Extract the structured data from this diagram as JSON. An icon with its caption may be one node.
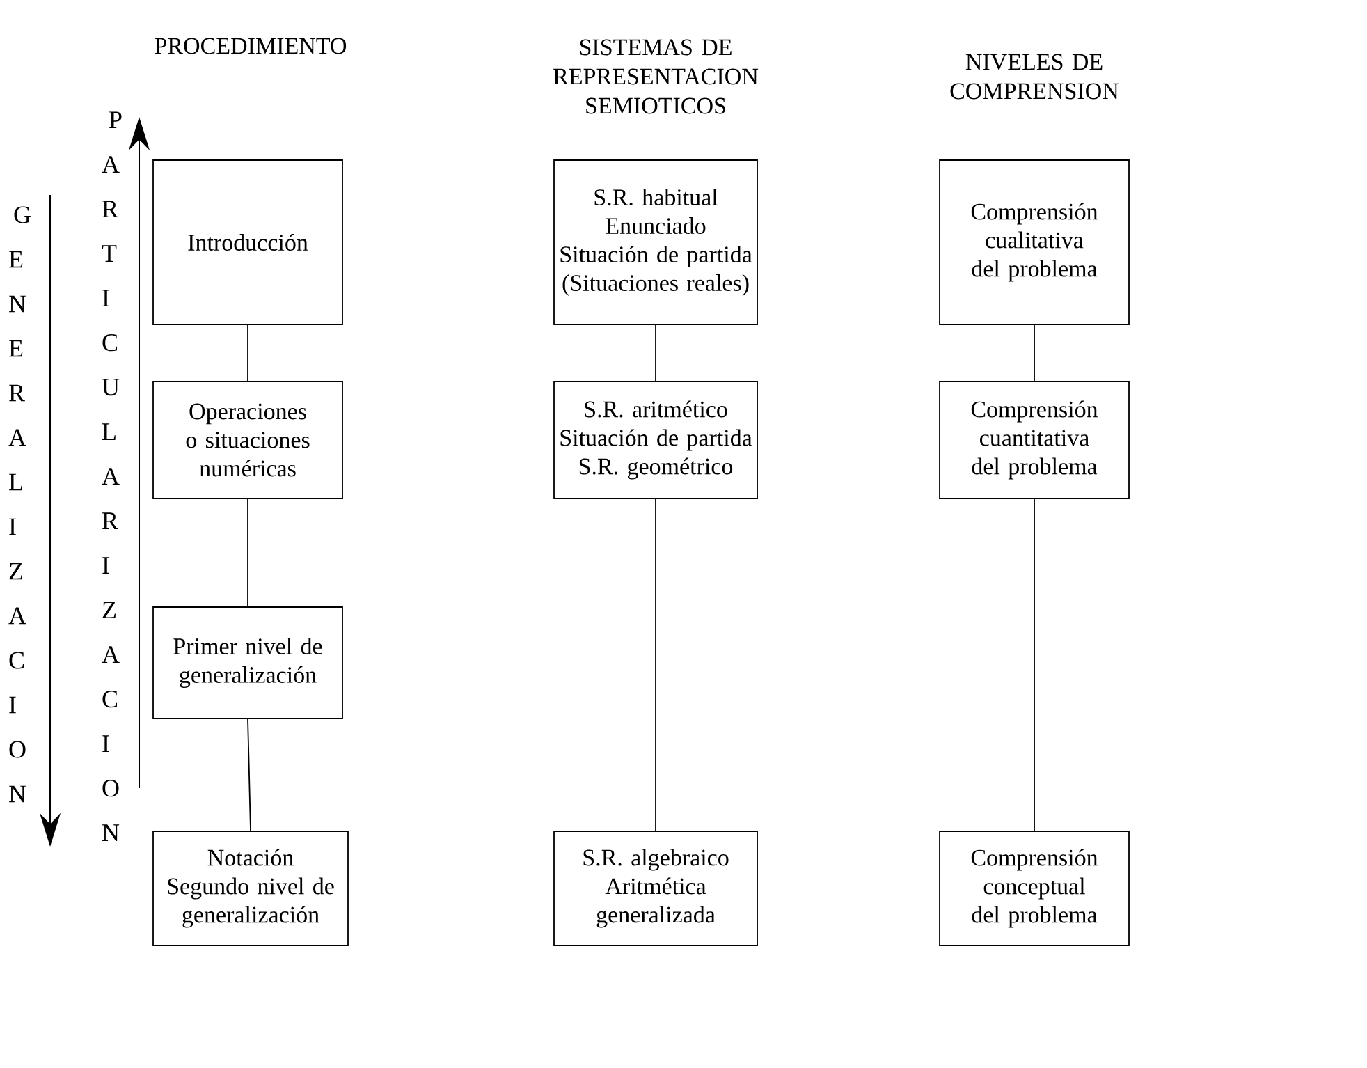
{
  "diagram": {
    "nodes": [
      {
        "text": [
          "Introducción"
        ]
      },
      {
        "text": [
          "Operaciones o situaciones numéricas"
        ]
      },
      {
        "text": [
          "Primer nivel de generalización"
        ]
      },
      {
        "text": [
          "Notación Segundo nivel de generalización"
        ]
      },
      {
        "text": [
          "S.R. habitual Enunciado Situación de partida (Situaciones reales)"
        ]
      },
      {
        "text": [
          "S.R. aritmético Situación de partida S.R. geométrico"
        ]
      },
      {
        "text": [
          "S.R. algebraico Aritmética generalizada"
        ]
      },
      {
        "text": [
          "Comprensión cualitativa del problema"
        ]
      },
      {
        "text": [
          "Comprensión cuantitativa del problema"
        ]
      },
      {
        "text": [
          "Comprensión conceptual del problema"
        ]
      }
    ],
    "edges": [
      {
        "from": 0,
        "to": 1,
        "arrow": "none"
      },
      {
        "from": 1,
        "to": 2,
        "arrow": "none"
      },
      {
        "from": 2,
        "to": 3,
        "arrow": "none"
      },
      {
        "from": 4,
        "to": 5,
        "arrow": "none"
      },
      {
        "from": 5,
        "to": 6,
        "arrow": "none"
      },
      {
        "from": 7,
        "to": 8,
        "arrow": "none"
      },
      {
        "from": 8,
        "to": 9,
        "arrow": "none"
      }
    ],
    "labels": [
      "PROCEDIMIENTO",
      "SISTEMAS DE REPRESENTACION SEMIOTICOS",
      "NIVELES DE COMPRENSION",
      "GENERALIZACION",
      "PARTICULARIZACION"
    ]
  }
}
